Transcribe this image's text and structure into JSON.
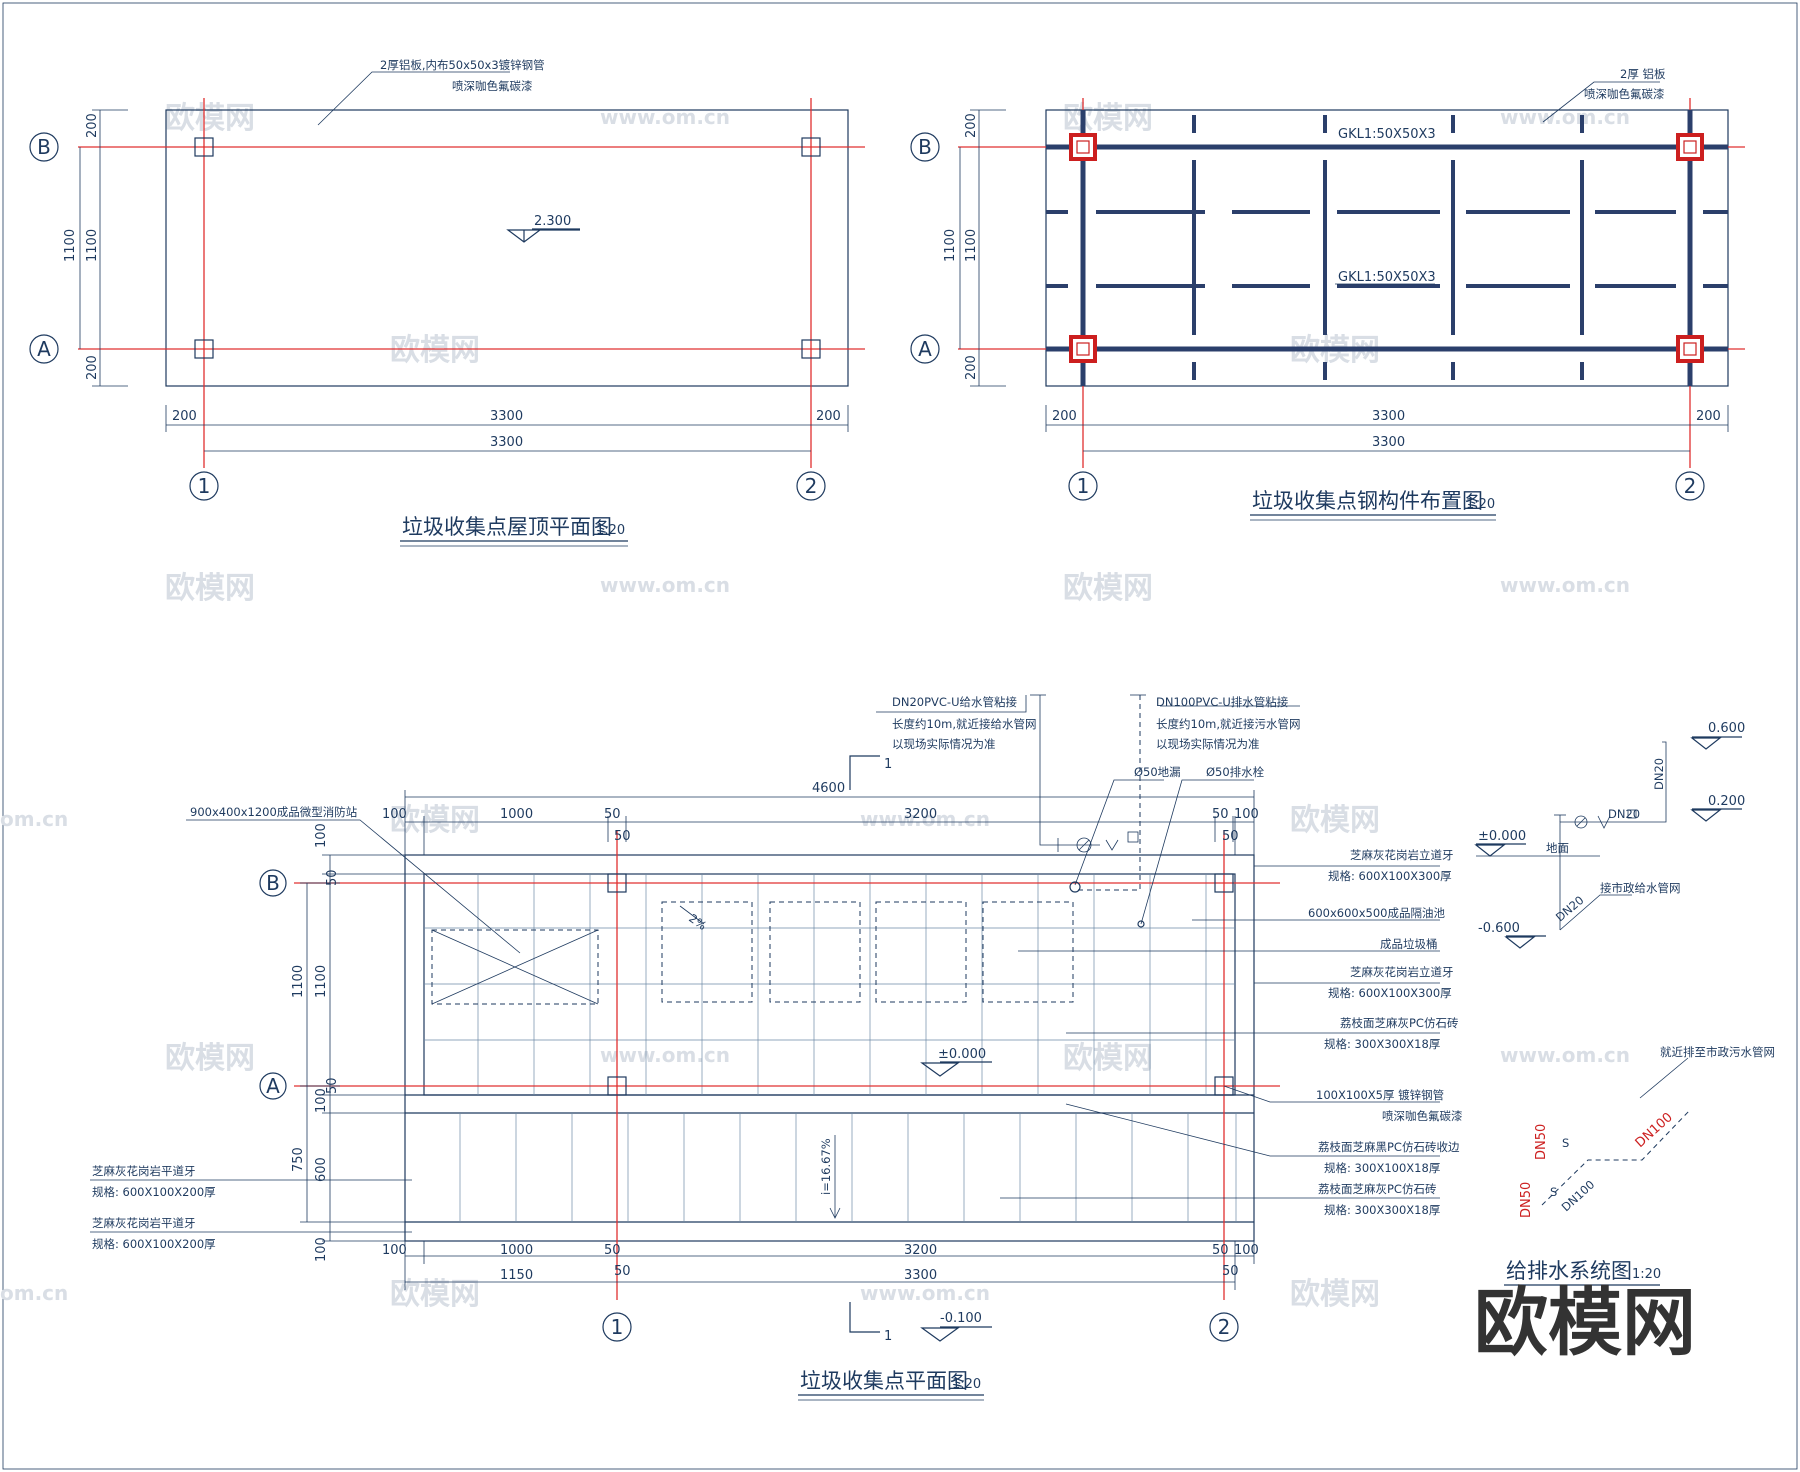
{
  "drawings": {
    "roof": {
      "title": "垃圾收集点屋顶平面图",
      "scale": "1:20",
      "note_line1": "2厚铝板,内布50x50x3镀锌钢管",
      "note_line2": "喷深咖色氟碳漆",
      "elevation": "2.300",
      "dims_top": [
        "200",
        "3300",
        "200"
      ],
      "dim_total": "3300",
      "dims_left_outer": [
        "200",
        "1100",
        "200"
      ],
      "dim_left_inner": "1100"
    },
    "steel": {
      "title": "垃圾收集点钢构件布置图",
      "scale": "1:20",
      "note_line1": "2厚  铝板",
      "note_line2": "喷深咖色氟碳漆",
      "beam_label_top": "GKL1:50X50X3",
      "beam_label_mid": "GKL1:50X50X3",
      "dims_top": [
        "200",
        "3300",
        "200"
      ],
      "dim_total": "3300",
      "dims_left_outer": [
        "200",
        "1100",
        "200"
      ],
      "dim_left_inner": "1100"
    },
    "plan": {
      "title": "垃圾收集点平面图",
      "scale": "1:20",
      "pipe_supply_line1": "DN20PVC-U给水管粘接",
      "pipe_supply_line2": "长度约10m,就近接给水管网",
      "pipe_supply_line3": "以现场实际情况为准",
      "pipe_drain_line1": "DN100PVC-U排水管粘接",
      "pipe_drain_line2": "长度约10m,就近接污水管网",
      "pipe_drain_line3": "以现场实际情况为准",
      "floor_drain": "Ø50地漏",
      "drain_plug": "Ø50排水栓",
      "fire_station": "900x400x1200成品微型消防站",
      "dim_overall": "4600",
      "dims_top": [
        "100",
        "1000",
        "50",
        "3200",
        "50",
        "100"
      ],
      "dims_top_small": [
        "50",
        "50"
      ],
      "dims_bottom": [
        "100",
        "1000",
        "50",
        "3200",
        "50",
        "100"
      ],
      "dims_bottom2": [
        "1150",
        "3300"
      ],
      "dims_bottom2_small": [
        "50",
        "50"
      ],
      "dims_left_inner": [
        "100",
        "50",
        "1100",
        "50",
        "100",
        "600",
        "100"
      ],
      "dims_left_outer": [
        "1100",
        "750"
      ],
      "section_mark": "1",
      "slope_bin": "2%",
      "slope_ramp": "i=16.67%",
      "elev_floor": "±0.000",
      "elev_ground": "-0.100",
      "labels_right": [
        {
          "line1": "芝麻灰花岗岩立道牙",
          "line2": "规格: 600X100X300厚"
        },
        {
          "line1": "600x600x500成品隔油池",
          "line2": ""
        },
        {
          "line1": "成品垃圾桶",
          "line2": ""
        },
        {
          "line1": "芝麻灰花岗岩立道牙",
          "line2": "规格: 600X100X300厚"
        },
        {
          "line1": "荔枝面芝麻灰PC仿石砖",
          "line2": "规格: 300X300X18厚"
        },
        {
          "line1": "100X100X5厚  镀锌钢管",
          "line2": "喷深咖色氟碳漆"
        },
        {
          "line1": "荔枝面芝麻黑PC仿石砖收边",
          "line2": "规格: 300X100X18厚"
        },
        {
          "line1": "荔枝面芝麻灰PC仿石砖",
          "line2": "规格: 300X300X18厚"
        }
      ],
      "labels_left": [
        {
          "line1": "芝麻灰花岗岩平道牙",
          "line2": "规格: 600X100X200厚"
        },
        {
          "line1": "芝麻灰花岗岩平道牙",
          "line2": "规格: 600X100X200厚"
        }
      ]
    },
    "system": {
      "title": "给排水系统图",
      "scale": "1:20",
      "elev_top": "0.600",
      "elev_mid": "0.200",
      "elev_zero": "±0.000",
      "ground": "地面",
      "elev_low": "-0.600",
      "pipe_dn20_vertical": "DN20",
      "pipe_dn20_horizontal": "DN20",
      "pipe_dn20_lower": "DN20",
      "connect_supply": "接市政给水管网",
      "connect_sewer": "就近排至市政污水管网",
      "dn50_a": "DN50",
      "dn50_b": "DN50",
      "dn100_a": "DN100",
      "dn100_b": "DN100",
      "s_mark": "S"
    }
  },
  "axes": {
    "a": "A",
    "b": "B",
    "one": "1",
    "two": "2"
  },
  "watermark": {
    "text": "欧模网",
    "url": "www.om.cn",
    "url_short": "om.cn"
  },
  "brand": "欧模网",
  "colors": {
    "ink": "#1e3a5f",
    "grid": "#e03030",
    "beam": "#2b3f6b",
    "column": "#cc1f1f"
  }
}
